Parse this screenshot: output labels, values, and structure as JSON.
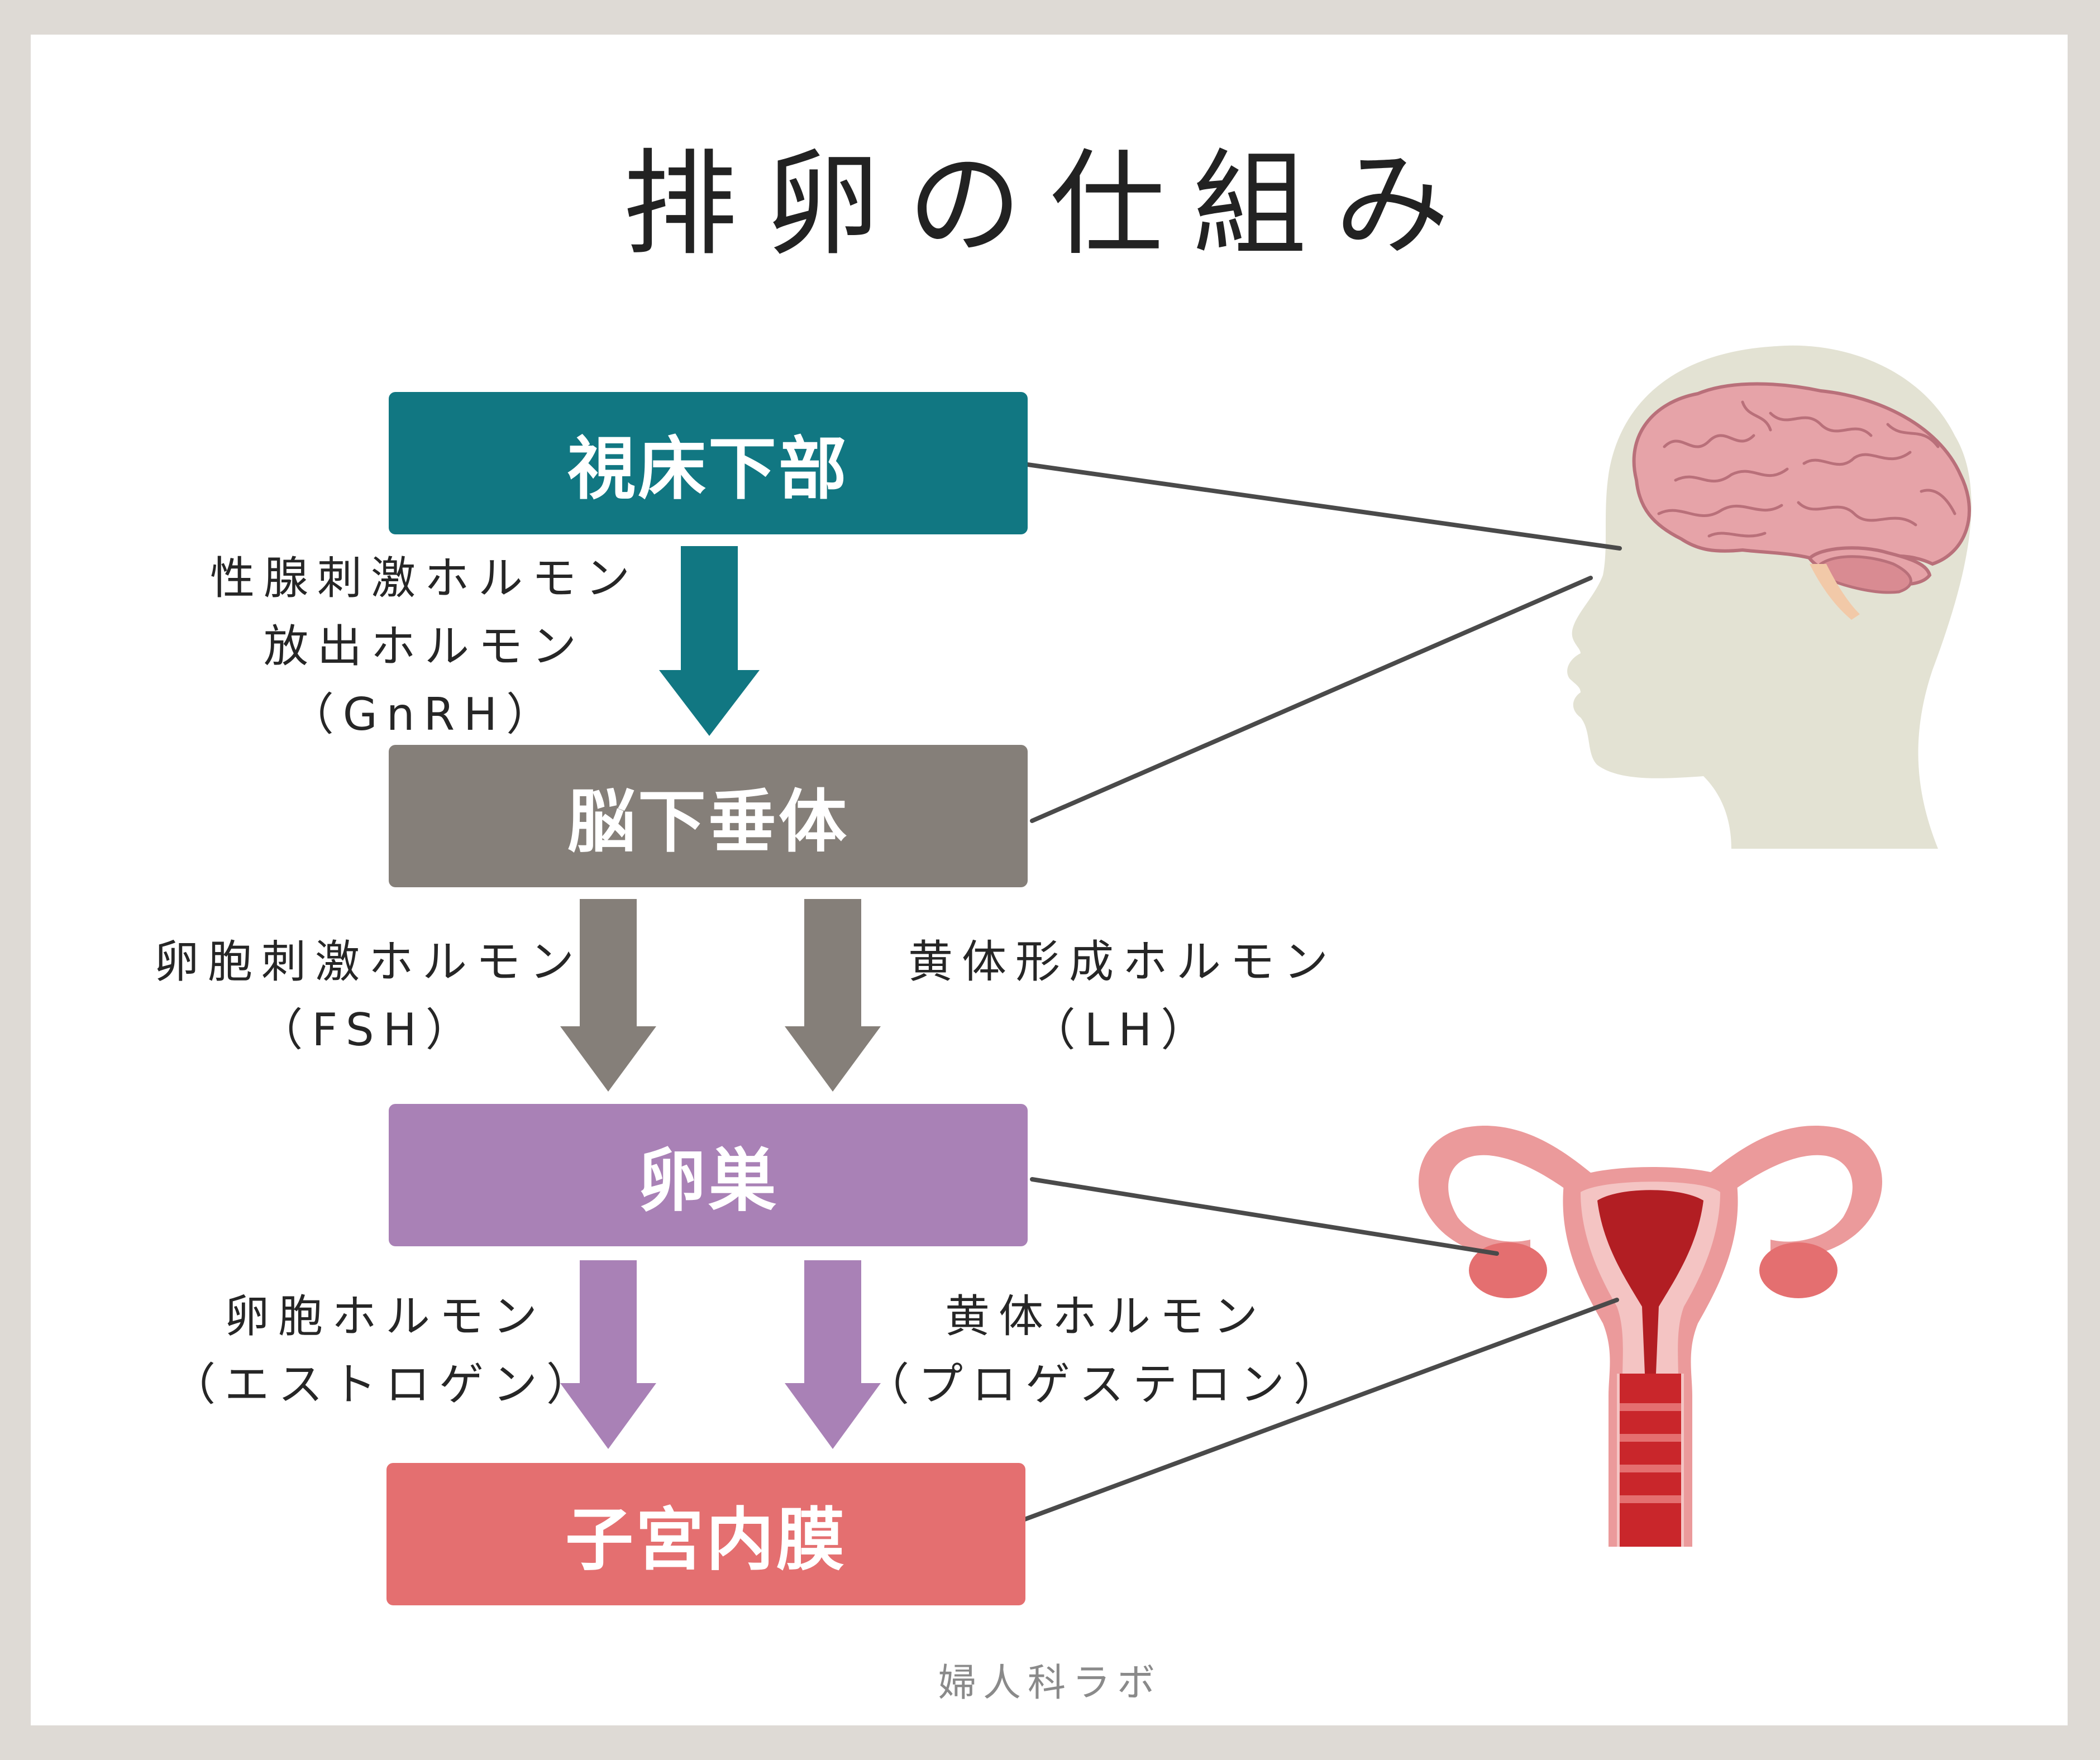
{
  "title": "排卵の仕組み",
  "colors": {
    "hypothalamus": "#117782",
    "pituitary": "#857f79",
    "ovary": "#a981b6",
    "endometrium": "#e46f70",
    "connector": "#4a4a4a",
    "head_silhouette": "#e3e2d3",
    "brain": "#e6a3a8",
    "uterus": "#eb9a9b"
  },
  "nodes": {
    "hypothalamus": "視床下部",
    "pituitary": "脳下垂体",
    "ovary": "卵巣",
    "endometrium": "子宮内膜"
  },
  "edges": {
    "gnrh": {
      "from": "視床下部",
      "to": "脳下垂体",
      "lines": [
        "性腺刺激ホルモン",
        "放出ホルモン",
        "（GnRH）"
      ]
    },
    "fsh": {
      "from": "脳下垂体",
      "to": "卵巣",
      "lines": [
        "卵胞刺激ホルモン",
        "（FSH）"
      ]
    },
    "lh": {
      "from": "脳下垂体",
      "to": "卵巣",
      "lines": [
        "黄体形成ホルモン",
        "（LH）"
      ]
    },
    "estrogen": {
      "from": "卵巣",
      "to": "子宮内膜",
      "lines": [
        "卵胞ホルモン",
        "（エストロゲン）"
      ]
    },
    "progesterone": {
      "from": "卵巣",
      "to": "子宮内膜",
      "lines": [
        "黄体ホルモン",
        "（プロゲステロン）"
      ]
    }
  },
  "illustrations": {
    "head": "head-with-brain-illustration",
    "uterus": "uterus-illustration"
  },
  "footer": "婦人科ラボ"
}
